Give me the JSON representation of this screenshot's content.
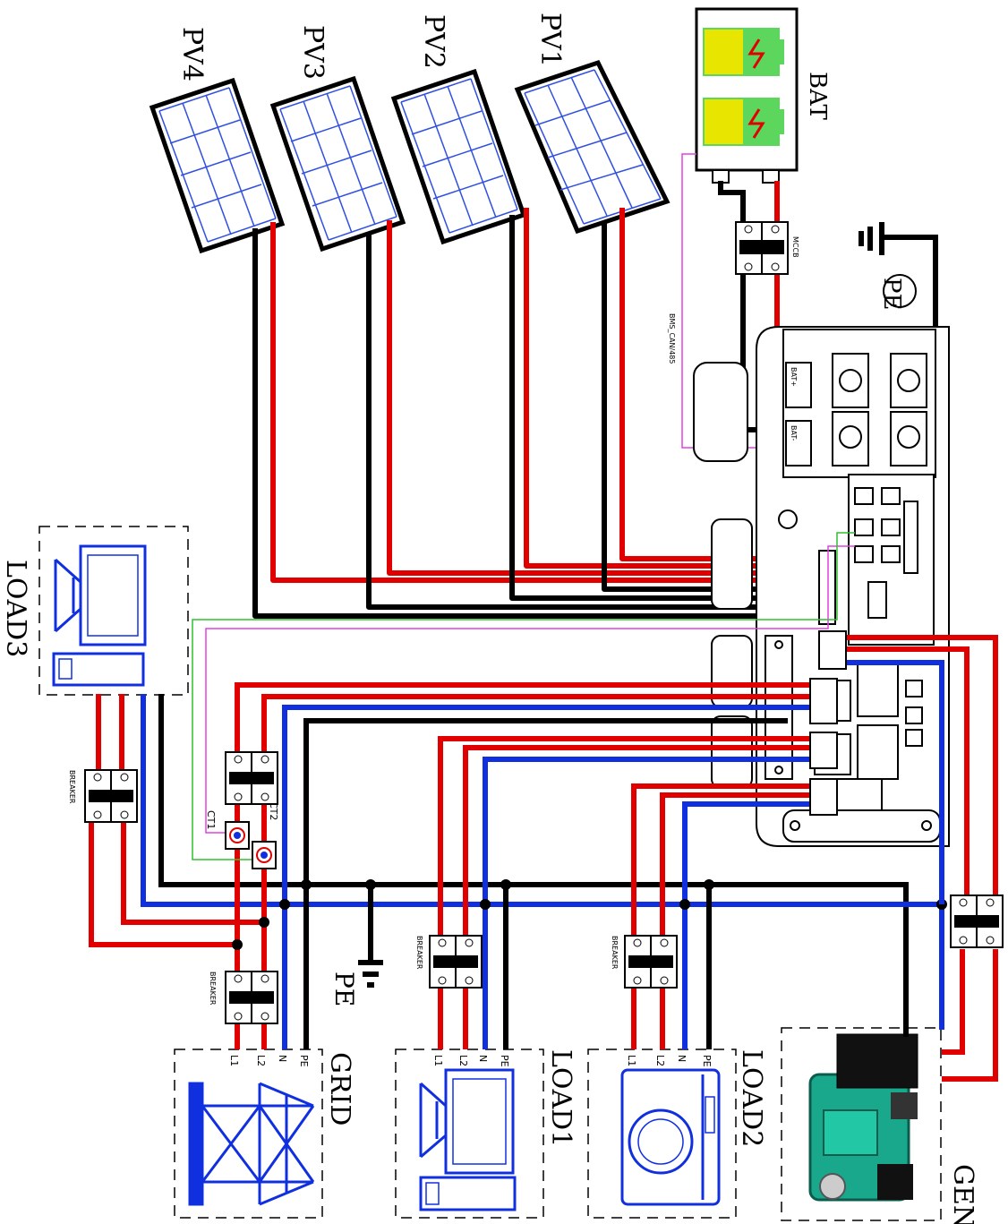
{
  "labels": {
    "pv1": "PV1",
    "pv2": "PV2",
    "pv3": "PV3",
    "pv4": "PV4",
    "bat": "BAT",
    "pe_top": "PE",
    "pe_bottom": "PE",
    "mccb": "MCCB",
    "bms": "BMS_CAN/485",
    "bat_plus": "BAT+",
    "bat_minus": "BAT-",
    "load3": "LOAD3",
    "load1": "LOAD1",
    "load2": "LOAD2",
    "grid": "GRID",
    "gen": "GEN",
    "ct1": "CT1",
    "ct2": "CT2",
    "breaker": "BREAKER",
    "l1": "L1",
    "l2": "L2",
    "n": "N",
    "pe": "PE"
  },
  "colors": {
    "line": "#e10000",
    "neutral": "#1030e0",
    "ground": "#000000",
    "comm_magenta": "#e040e0",
    "comm_green": "#30c030",
    "pv_cell": "#3050e0",
    "battery_fill": "#e8e600",
    "battery_cap": "#5cd65c",
    "generator": "#1aa88c",
    "appliance": "#1030e0"
  }
}
